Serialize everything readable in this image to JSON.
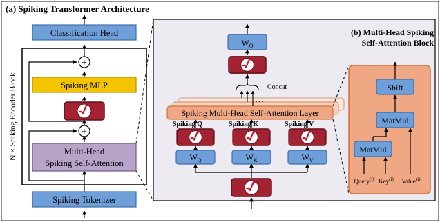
{
  "panel_a": {
    "title": "(a) Spiking Transformer Architecture",
    "classification_head": "Classification Head",
    "spiking_mlp": "Spiking MLP",
    "attention_line1": "Multi-Head",
    "attention_line2": "Spiking Self-Attention",
    "tokenizer": "Spiking Tokenizer",
    "encoder_label": "N × Spiking Encoder Block",
    "add_symbol": "+"
  },
  "panel_b": {
    "title_line1": "(b) Multi-Head Spiking",
    "title_line2": "Self-Attention Block",
    "wo_main": "W",
    "wo_sub": "O",
    "concat": "Concat",
    "dots": ". . .",
    "layer_label": "Spiking Multi-Head Self-Attention Layer",
    "spiking_q": "Spiking Q",
    "spiking_k": "Spiking K",
    "spiking_v": "Spiking V",
    "wq_main": "W",
    "wq_sub": "Q",
    "wk_main": "W",
    "wk_sub": "K",
    "wv_main": "W",
    "wv_sub": "V"
  },
  "detail": {
    "shift": "Shift",
    "matmul_top": "MatMul",
    "matmul_bottom": "MatMul",
    "query": "Query",
    "key": "Key",
    "value": "Value",
    "superscript": "(i)"
  },
  "colors": {
    "blue_fill": "#6f9fd8",
    "blue_stroke": "#3f6ea6",
    "red_fill": "#a52233",
    "mlp_fill": "#f5c400",
    "attn_fill": "#b8a4c8",
    "panel_b_fill": "#eeeaf2",
    "salmon_fill": "#f0a784",
    "salmon_stroke": "#d0713f"
  },
  "icons": [
    "spike-neuron-icon",
    "add-circle-icon"
  ]
}
